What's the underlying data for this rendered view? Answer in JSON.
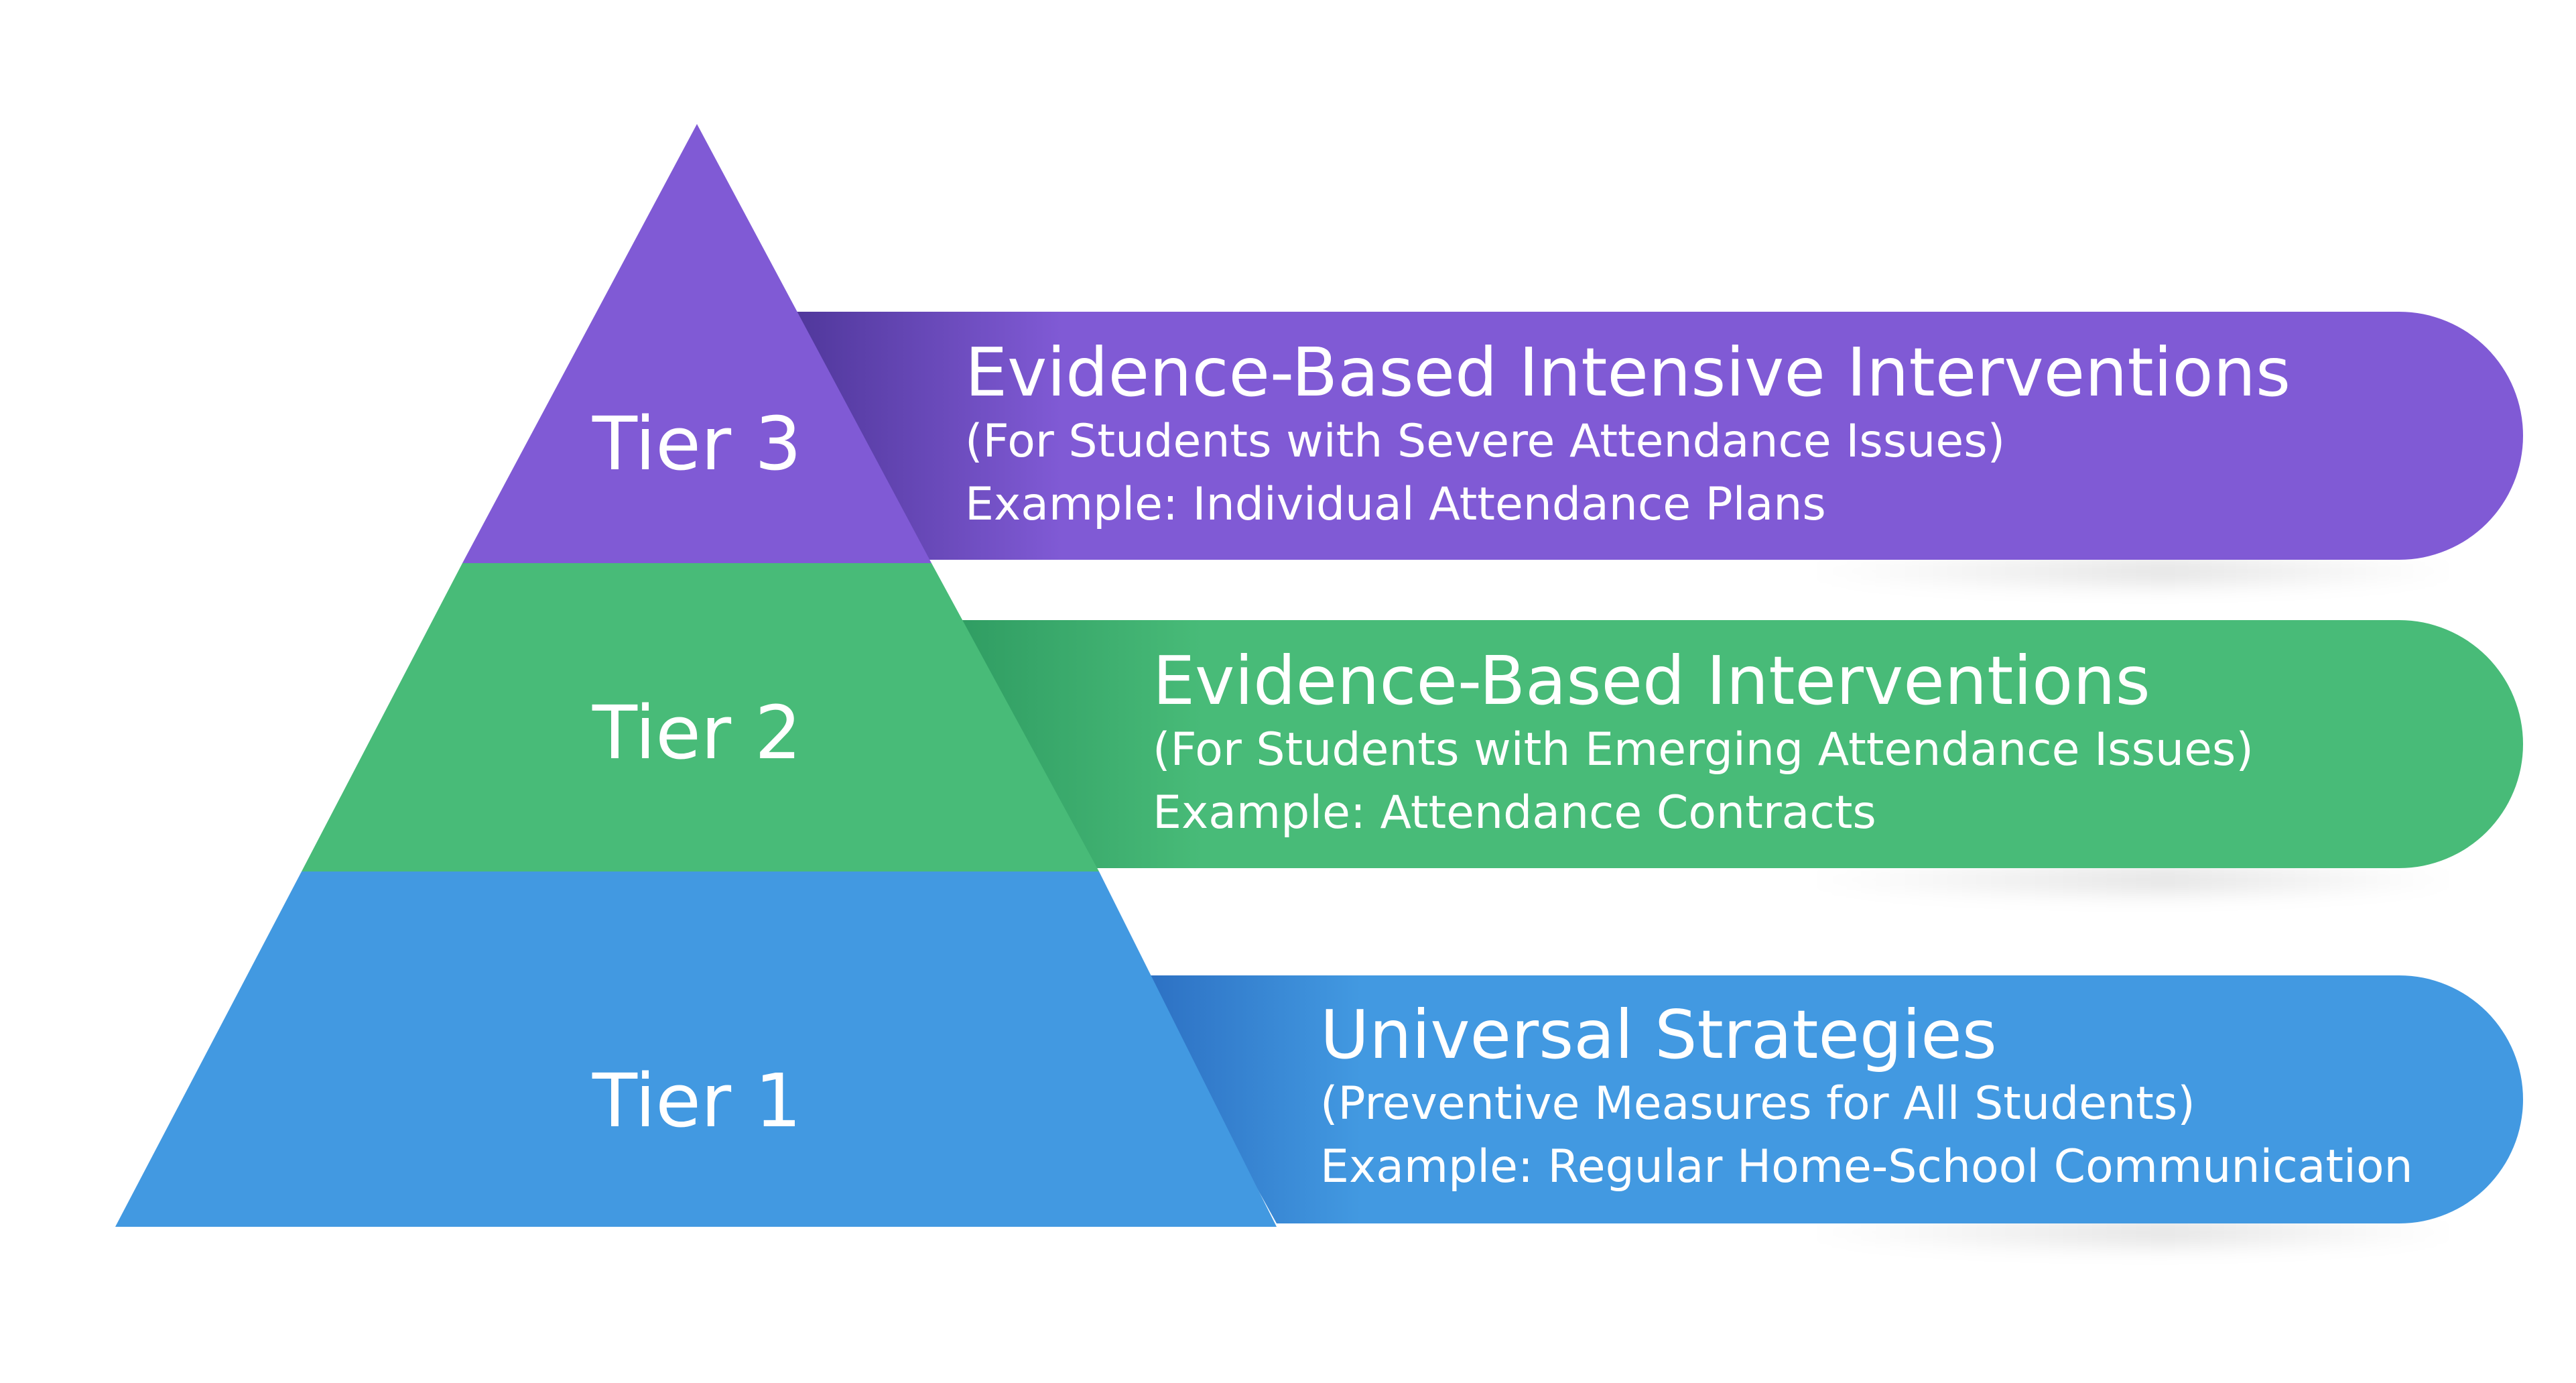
{
  "colors": {
    "tier3": "#805AD5",
    "tier3_dark": "#4E3699",
    "tier2": "#48BB78",
    "tier2_dark": "#2F9C62",
    "tier1": "#4299E1",
    "tier1_dark": "#2C6FC2",
    "text": "#FFFFFF",
    "background": "#FFFFFF"
  },
  "tiers": [
    {
      "label": "Tier 3",
      "title": "Evidence-Based Intensive Interventions",
      "subtitle": "(For Students with Severe Attendance Issues)",
      "example": "Example: Individual Attendance Plans"
    },
    {
      "label": "Tier 2",
      "title": "Evidence-Based Interventions",
      "subtitle": "(For Students with Emerging Attendance Issues)",
      "example": "Example: Attendance Contracts"
    },
    {
      "label": "Tier 1",
      "title": "Universal Strategies",
      "subtitle": "(Preventive Measures for All Students)",
      "example": "Example: Regular Home-School Communication"
    }
  ]
}
